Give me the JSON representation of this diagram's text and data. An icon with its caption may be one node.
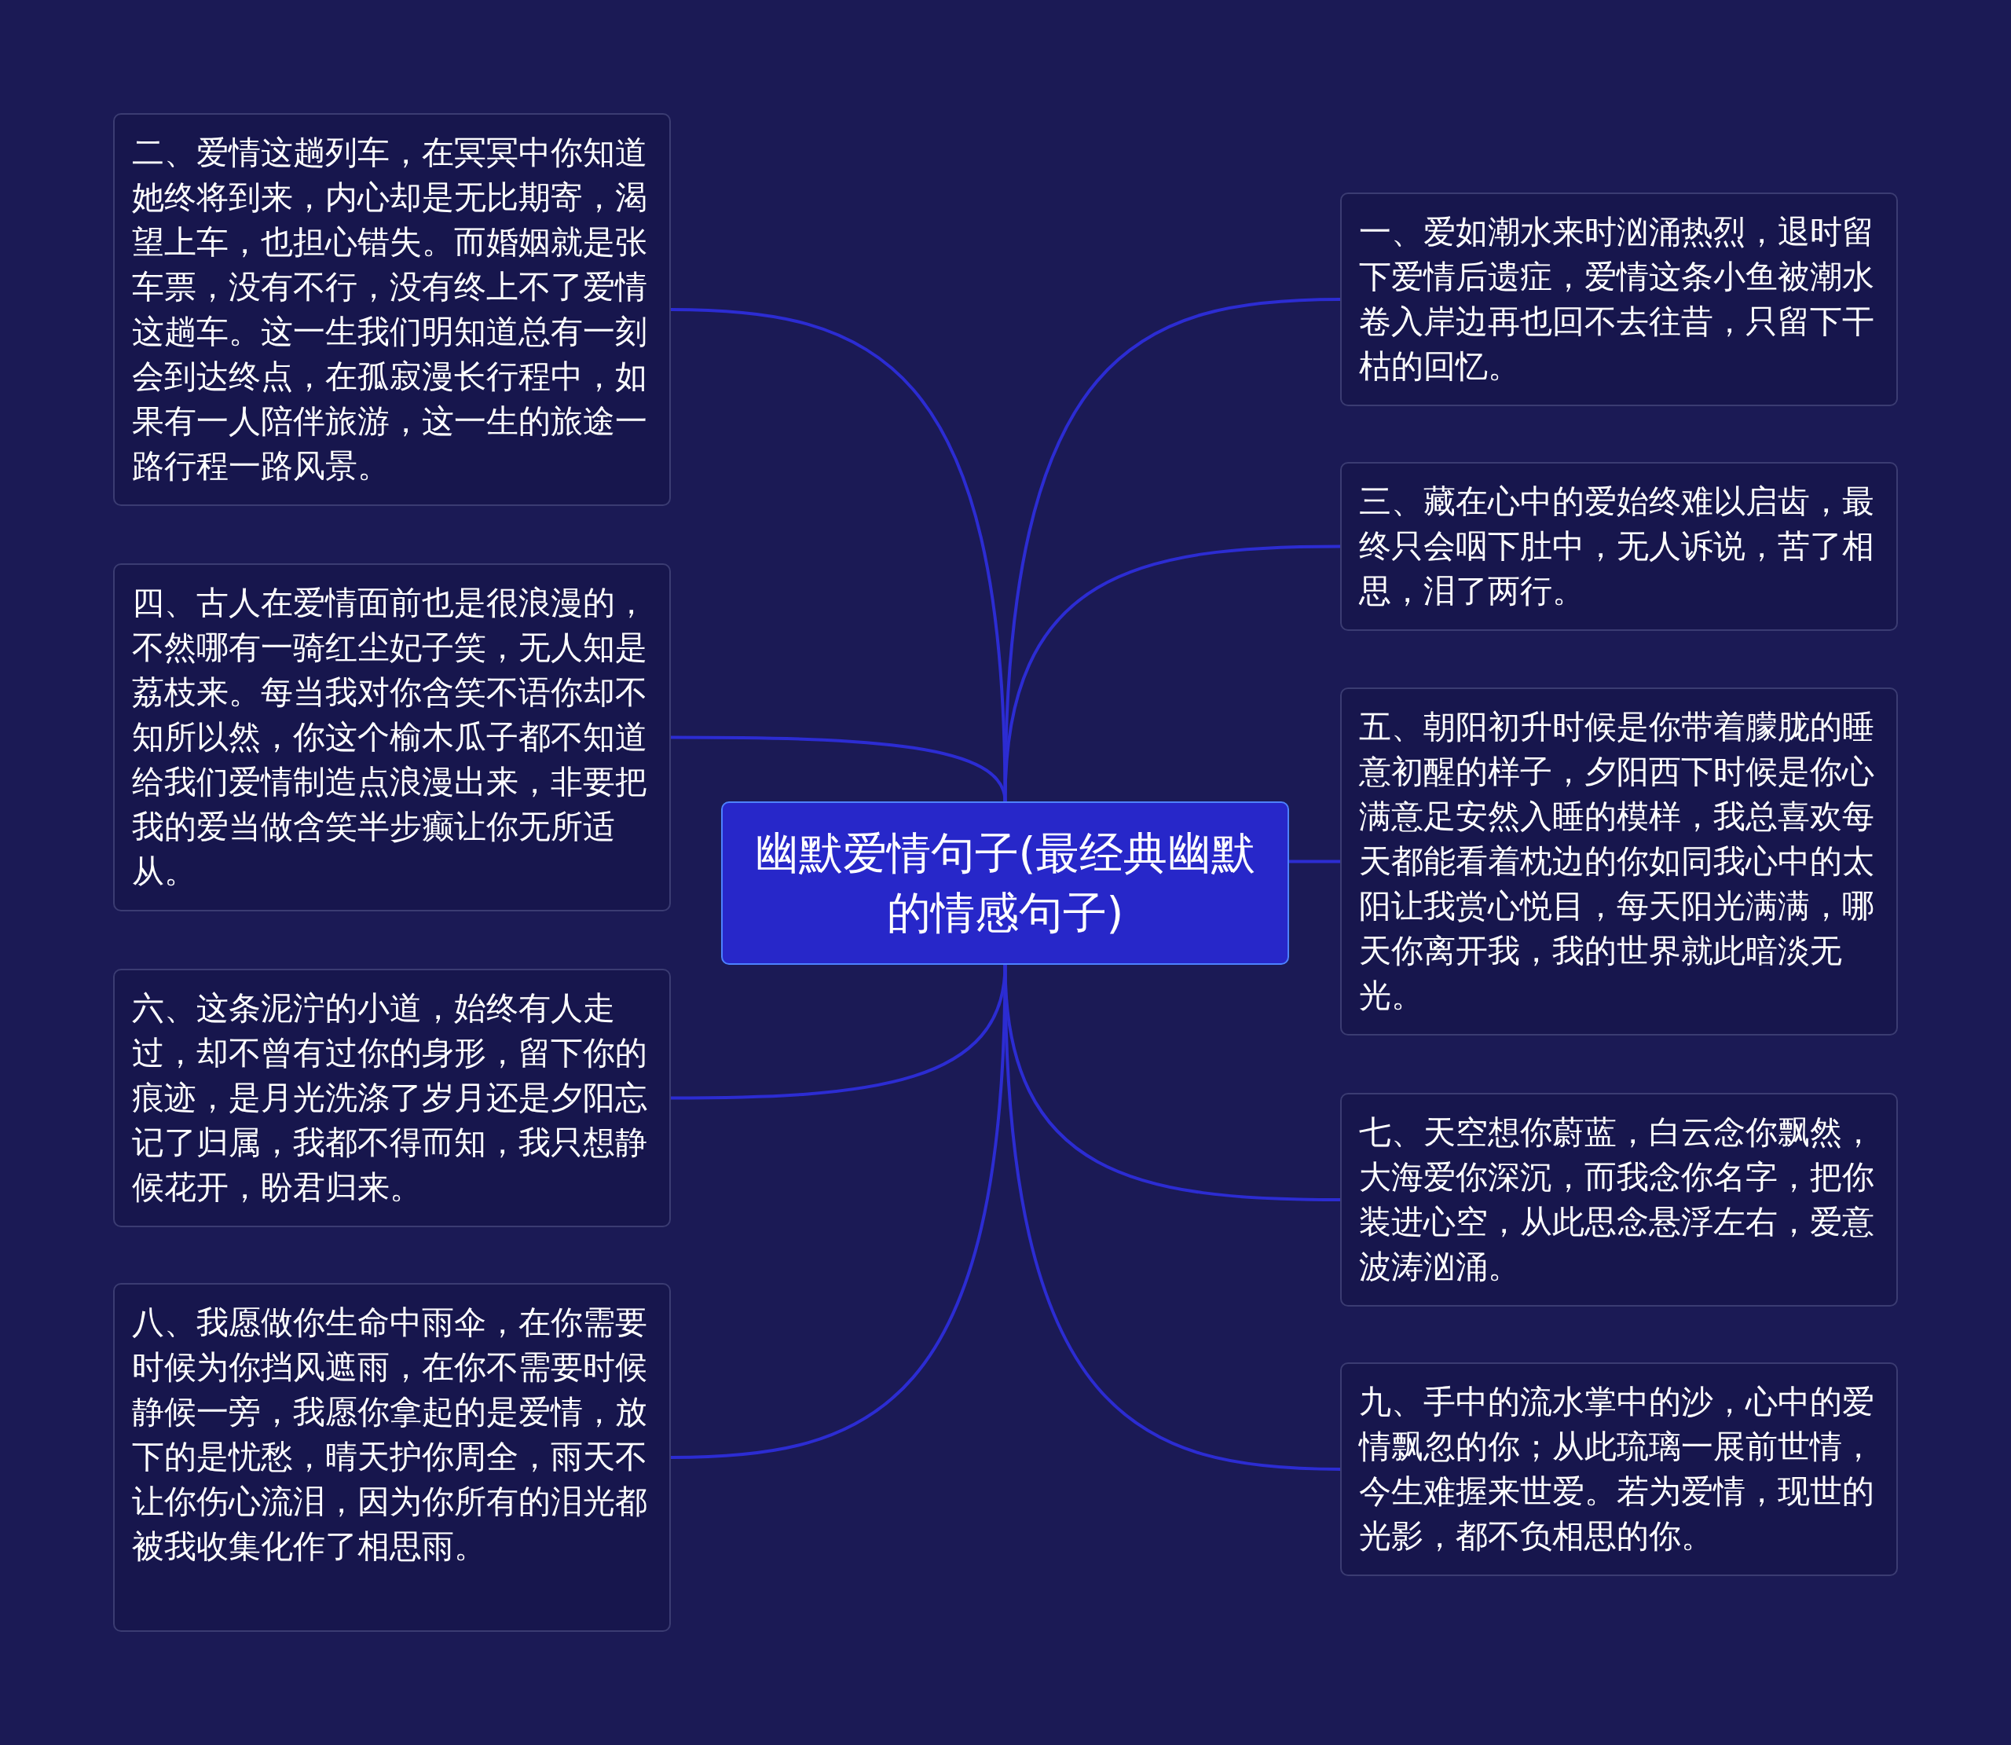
{
  "diagram": {
    "nodes": [
      {
        "text": [
          "幽默爱情句子(最经典幽默的情感句子)"
        ]
      },
      {
        "text": [
          "二、爱情这趟列车，在冥冥中你知道她终将到来，内心却是无比期寄，渴望上车，也担心错失。而婚姻就是张车票，没有不行，没有终上不了爱情这趟车。这一生我们明知道总有一刻会到达终点，在孤寂漫长行程中，如果有一人陪伴旅游，这一生的旅途一路行程一路风景。"
        ]
      },
      {
        "text": [
          "四、古人在爱情面前也是很浪漫的，不然哪有一骑红尘妃子笑，无人知是荔枝来。每当我对你含笑不语你却不知所以然，你这个榆木瓜子都不知道给我们爱情制造点浪漫出来，非要把我的爱当做含笑半步癫让你无所适从。"
        ]
      },
      {
        "text": [
          "六、这条泥泞的小道，始终有人走过，却不曾有过你的身形，留下你的痕迹，是月光洗涤了岁月还是夕阳忘记了归属，我都不得而知，我只想静候花开，盼君归来。"
        ]
      },
      {
        "text": [
          "八、我愿做你生命中雨伞，在你需要时候为你挡风遮雨，在你不需要时候静候一旁，我愿你拿起的是爱情，放下的是忧愁，晴天护你周全，雨天不让你伤心流泪，因为你所有的泪光都被我收集化作了相思雨。"
        ]
      },
      {
        "text": [
          "一、爱如潮水来时汹涌热烈，退时留下爱情后遗症，爱情这条小鱼被潮水卷入岸边再也回不去往昔，只留下干枯的回忆。"
        ]
      },
      {
        "text": [
          "三、藏在心中的爱始终难以启齿，最终只会咽下肚中，无人诉说，苦了相思，泪了两行。"
        ]
      },
      {
        "text": [
          "五、朝阳初升时候是你带着朦胧的睡意初醒的样子，夕阳西下时候是你心满意足安然入睡的模样，我总喜欢每天都能看着枕边的你如同我心中的太阳让我赏心悦目，每天阳光满满，哪天你离开我，我的世界就此暗淡无光。"
        ]
      },
      {
        "text": [
          "七、天空想你蔚蓝，白云念你飘然，大海爱你深沉，而我念你名字，把你装进心空，从此思念悬浮左右，爱意波涛汹涌。"
        ]
      },
      {
        "text": [
          "九、手中的流水掌中的沙，心中的爱情飘忽的你；从此琉璃一展前世情，今生难握来世爱。若为爱情，现世的光影，都不负相思的你。"
        ]
      }
    ],
    "edges": [
      {
        "from": 0,
        "to": 1,
        "arrow": "none"
      },
      {
        "from": 0,
        "to": 2,
        "arrow": "none"
      },
      {
        "from": 0,
        "to": 3,
        "arrow": "none"
      },
      {
        "from": 0,
        "to": 4,
        "arrow": "none"
      },
      {
        "from": 0,
        "to": 5,
        "arrow": "none"
      },
      {
        "from": 0,
        "to": 6,
        "arrow": "none"
      },
      {
        "from": 0,
        "to": 7,
        "arrow": "none"
      },
      {
        "from": 0,
        "to": 8,
        "arrow": "none"
      },
      {
        "from": 0,
        "to": 9,
        "arrow": "none"
      }
    ]
  }
}
